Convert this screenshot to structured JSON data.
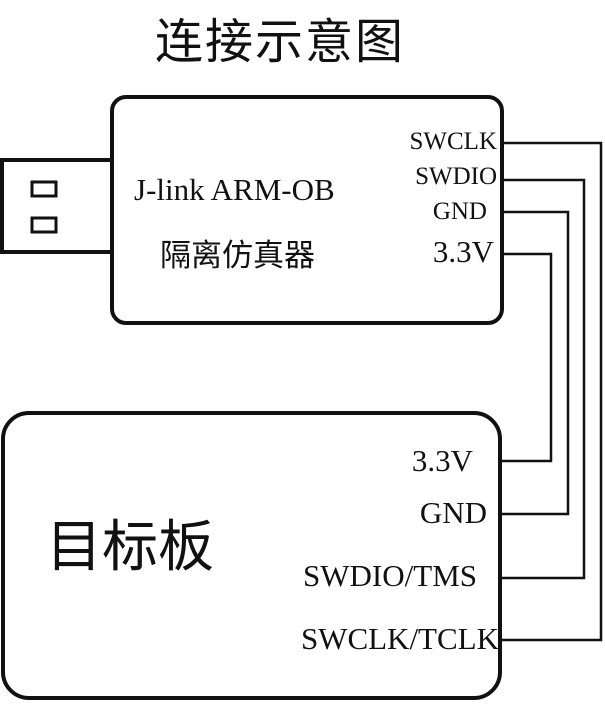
{
  "title": "连接示意图",
  "debugger": {
    "name_line1": "J-link ARM-OB",
    "name_line2": "隔离仿真器",
    "pins": [
      "SWCLK",
      "SWDIO",
      "GND",
      "3.3V"
    ]
  },
  "target": {
    "name": "目标板",
    "pins": [
      "3.3V",
      "GND",
      "SWDIO/TMS",
      "SWCLK/TCLK"
    ]
  },
  "connections": [
    {
      "from": "SWCLK",
      "to": "SWCLK/TCLK"
    },
    {
      "from": "SWDIO",
      "to": "SWDIO/TMS"
    },
    {
      "from": "GND",
      "to": "GND"
    },
    {
      "from": "3.3V",
      "to": "3.3V"
    }
  ]
}
